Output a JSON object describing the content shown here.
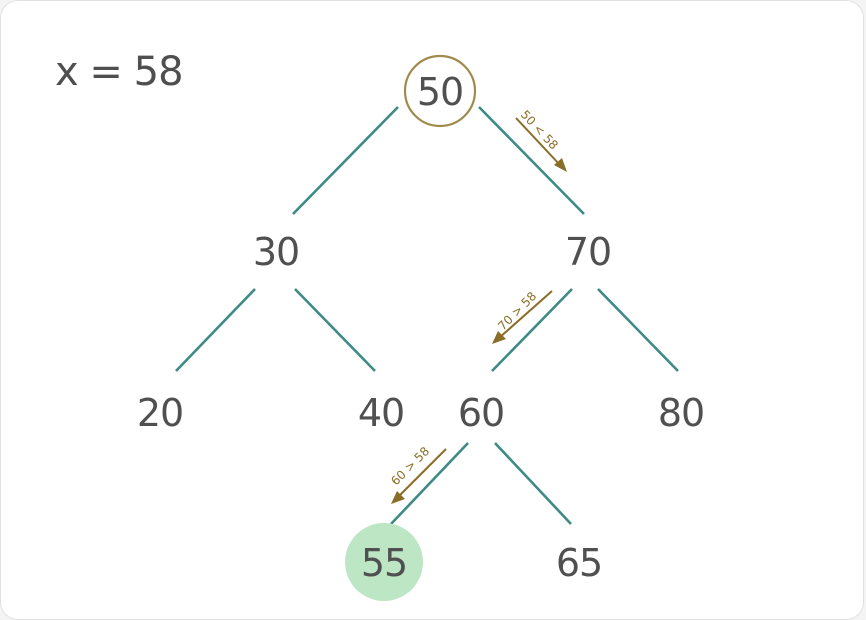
{
  "query": {
    "label": "x = 58"
  },
  "colors": {
    "edge": "#3e8a86",
    "root_ring": "#a08a4c",
    "comparison": "#8a6d28",
    "found_fill": "#bde6c4",
    "text": "#505050"
  },
  "tree": {
    "nodes": [
      {
        "id": "n50",
        "value": "50",
        "state": "visited-root"
      },
      {
        "id": "n30",
        "value": "30",
        "state": "normal"
      },
      {
        "id": "n70",
        "value": "70",
        "state": "normal"
      },
      {
        "id": "n20",
        "value": "20",
        "state": "normal"
      },
      {
        "id": "n40",
        "value": "40",
        "state": "normal"
      },
      {
        "id": "n60",
        "value": "60",
        "state": "normal"
      },
      {
        "id": "n80",
        "value": "80",
        "state": "normal"
      },
      {
        "id": "n55",
        "value": "55",
        "state": "found"
      },
      {
        "id": "n65",
        "value": "65",
        "state": "normal"
      }
    ],
    "edges": [
      {
        "from": "n50",
        "to": "n30"
      },
      {
        "from": "n50",
        "to": "n70"
      },
      {
        "from": "n30",
        "to": "n20"
      },
      {
        "from": "n30",
        "to": "n40"
      },
      {
        "from": "n70",
        "to": "n60"
      },
      {
        "from": "n70",
        "to": "n80"
      },
      {
        "from": "n60",
        "to": "n55"
      },
      {
        "from": "n60",
        "to": "n65"
      }
    ],
    "comparisons": [
      {
        "label": "50 < 58",
        "from": "n50",
        "to": "n70"
      },
      {
        "label": "70 > 58",
        "from": "n70",
        "to": "n60"
      },
      {
        "label": "60 > 58",
        "from": "n60",
        "to": "n55"
      }
    ]
  }
}
